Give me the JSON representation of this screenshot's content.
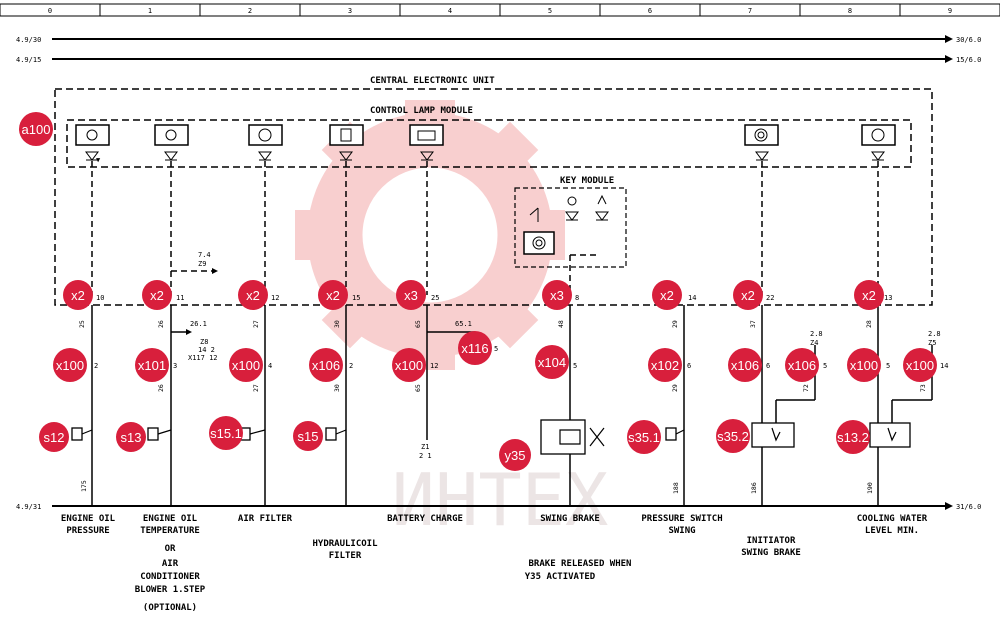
{
  "columns": [
    "0",
    "1",
    "2",
    "3",
    "4",
    "5",
    "6",
    "7",
    "8",
    "9"
  ],
  "rails": {
    "top1_left": "4.9/30",
    "top1_right": "30/6.0",
    "top2_left": "4.9/15",
    "top2_right": "15/6.0",
    "bottom_left": "4.9/31",
    "bottom_right": "31/6.0"
  },
  "units": {
    "ceu": "CENTRAL ELECTRONIC UNIT",
    "clm": "CONTROL LAMP MODULE",
    "key": "KEY MODULE"
  },
  "badges": {
    "a100": "a100",
    "x2_10": "x2",
    "x2_11": "x2",
    "x2_12": "x2",
    "x2_15": "x2",
    "x3_25": "x3",
    "x3_8": "x3",
    "x2_14": "x2",
    "x2_22": "x2",
    "x2_13": "x2",
    "x100_2": "x100",
    "x101_3": "x101",
    "x100_4": "x100",
    "x106_2": "x106",
    "x100_12": "x100",
    "x116_5": "x116",
    "x104_5": "x104",
    "x102_6": "x102",
    "x106_6": "x106",
    "x106_5": "x106",
    "x100_5": "x100",
    "x100_14": "x100",
    "s12": "s12",
    "s13": "s13",
    "s15_1": "s15.1",
    "s15": "s15",
    "y35": "y35",
    "s35_1": "s35.1",
    "s35_2": "s35.2",
    "s13_2": "s13.2"
  },
  "pins": {
    "p10": "10",
    "p11": "11",
    "p12": "12",
    "p15": "15",
    "p25": "25",
    "p8": "8",
    "p14": "14",
    "p22": "22",
    "p13": "13",
    "q2": "2",
    "q3": "3",
    "q4": "4",
    "q2b": "2",
    "q12": "12",
    "q5": "5",
    "q5b": "5",
    "q6": "6",
    "q6b": "6",
    "q5c": "5",
    "q5d": "5",
    "q14": "14"
  },
  "wires": {
    "w25": "25",
    "w26": "26",
    "w27": "27",
    "w30": "30",
    "w65": "65",
    "w48": "48",
    "w29": "29",
    "w37": "37",
    "w28": "28",
    "w72": "72",
    "w73": "73",
    "w26b": "26",
    "w27b": "27",
    "w30b": "30",
    "w65b": "65",
    "w29b": "29",
    "w175": "175",
    "w188": "188",
    "w186": "186",
    "w190": "190"
  },
  "refs": {
    "r74": "7.4",
    "rz9": "Z9",
    "r261": "26.1",
    "rz8": "Z8",
    "r142": "14 2",
    "rx117": "X117 12",
    "r651": "65.1",
    "r28a": "2.8",
    "rz4": "Z4",
    "r28b": "2.8",
    "rz5": "Z5",
    "rz1": "Z1",
    "r21": "2 1"
  },
  "captions": {
    "c0a": "ENGINE OIL",
    "c0b": "PRESSURE",
    "c1a": "ENGINE OIL",
    "c1b": "TEMPERATURE",
    "c1c": "OR",
    "c1d": "AIR",
    "c1e": "CONDITIONER",
    "c1f": "BLOWER 1.STEP",
    "c1g": "(OPTIONAL)",
    "c2": "AIR FILTER",
    "c3a": "HYDRAULICOIL",
    "c3b": "FILTER",
    "c4": "BATTERY CHARGE",
    "c5": "SWING BRAKE",
    "c5b": "BRAKE RELEASED WHEN",
    "c5c": "Y35 ACTIVATED",
    "c6a": "PRESSURE SWITCH",
    "c6b": "SWING",
    "c7a": "INITIATOR",
    "c7b": "SWING BRAKE",
    "c8a": "COOLING WATER",
    "c8b": "LEVEL MIN."
  },
  "watermark": "ИНТЕХ",
  "colors": {
    "badge": "#d81f3c",
    "watermark": "#f2a8a8",
    "ink": "#000000"
  }
}
